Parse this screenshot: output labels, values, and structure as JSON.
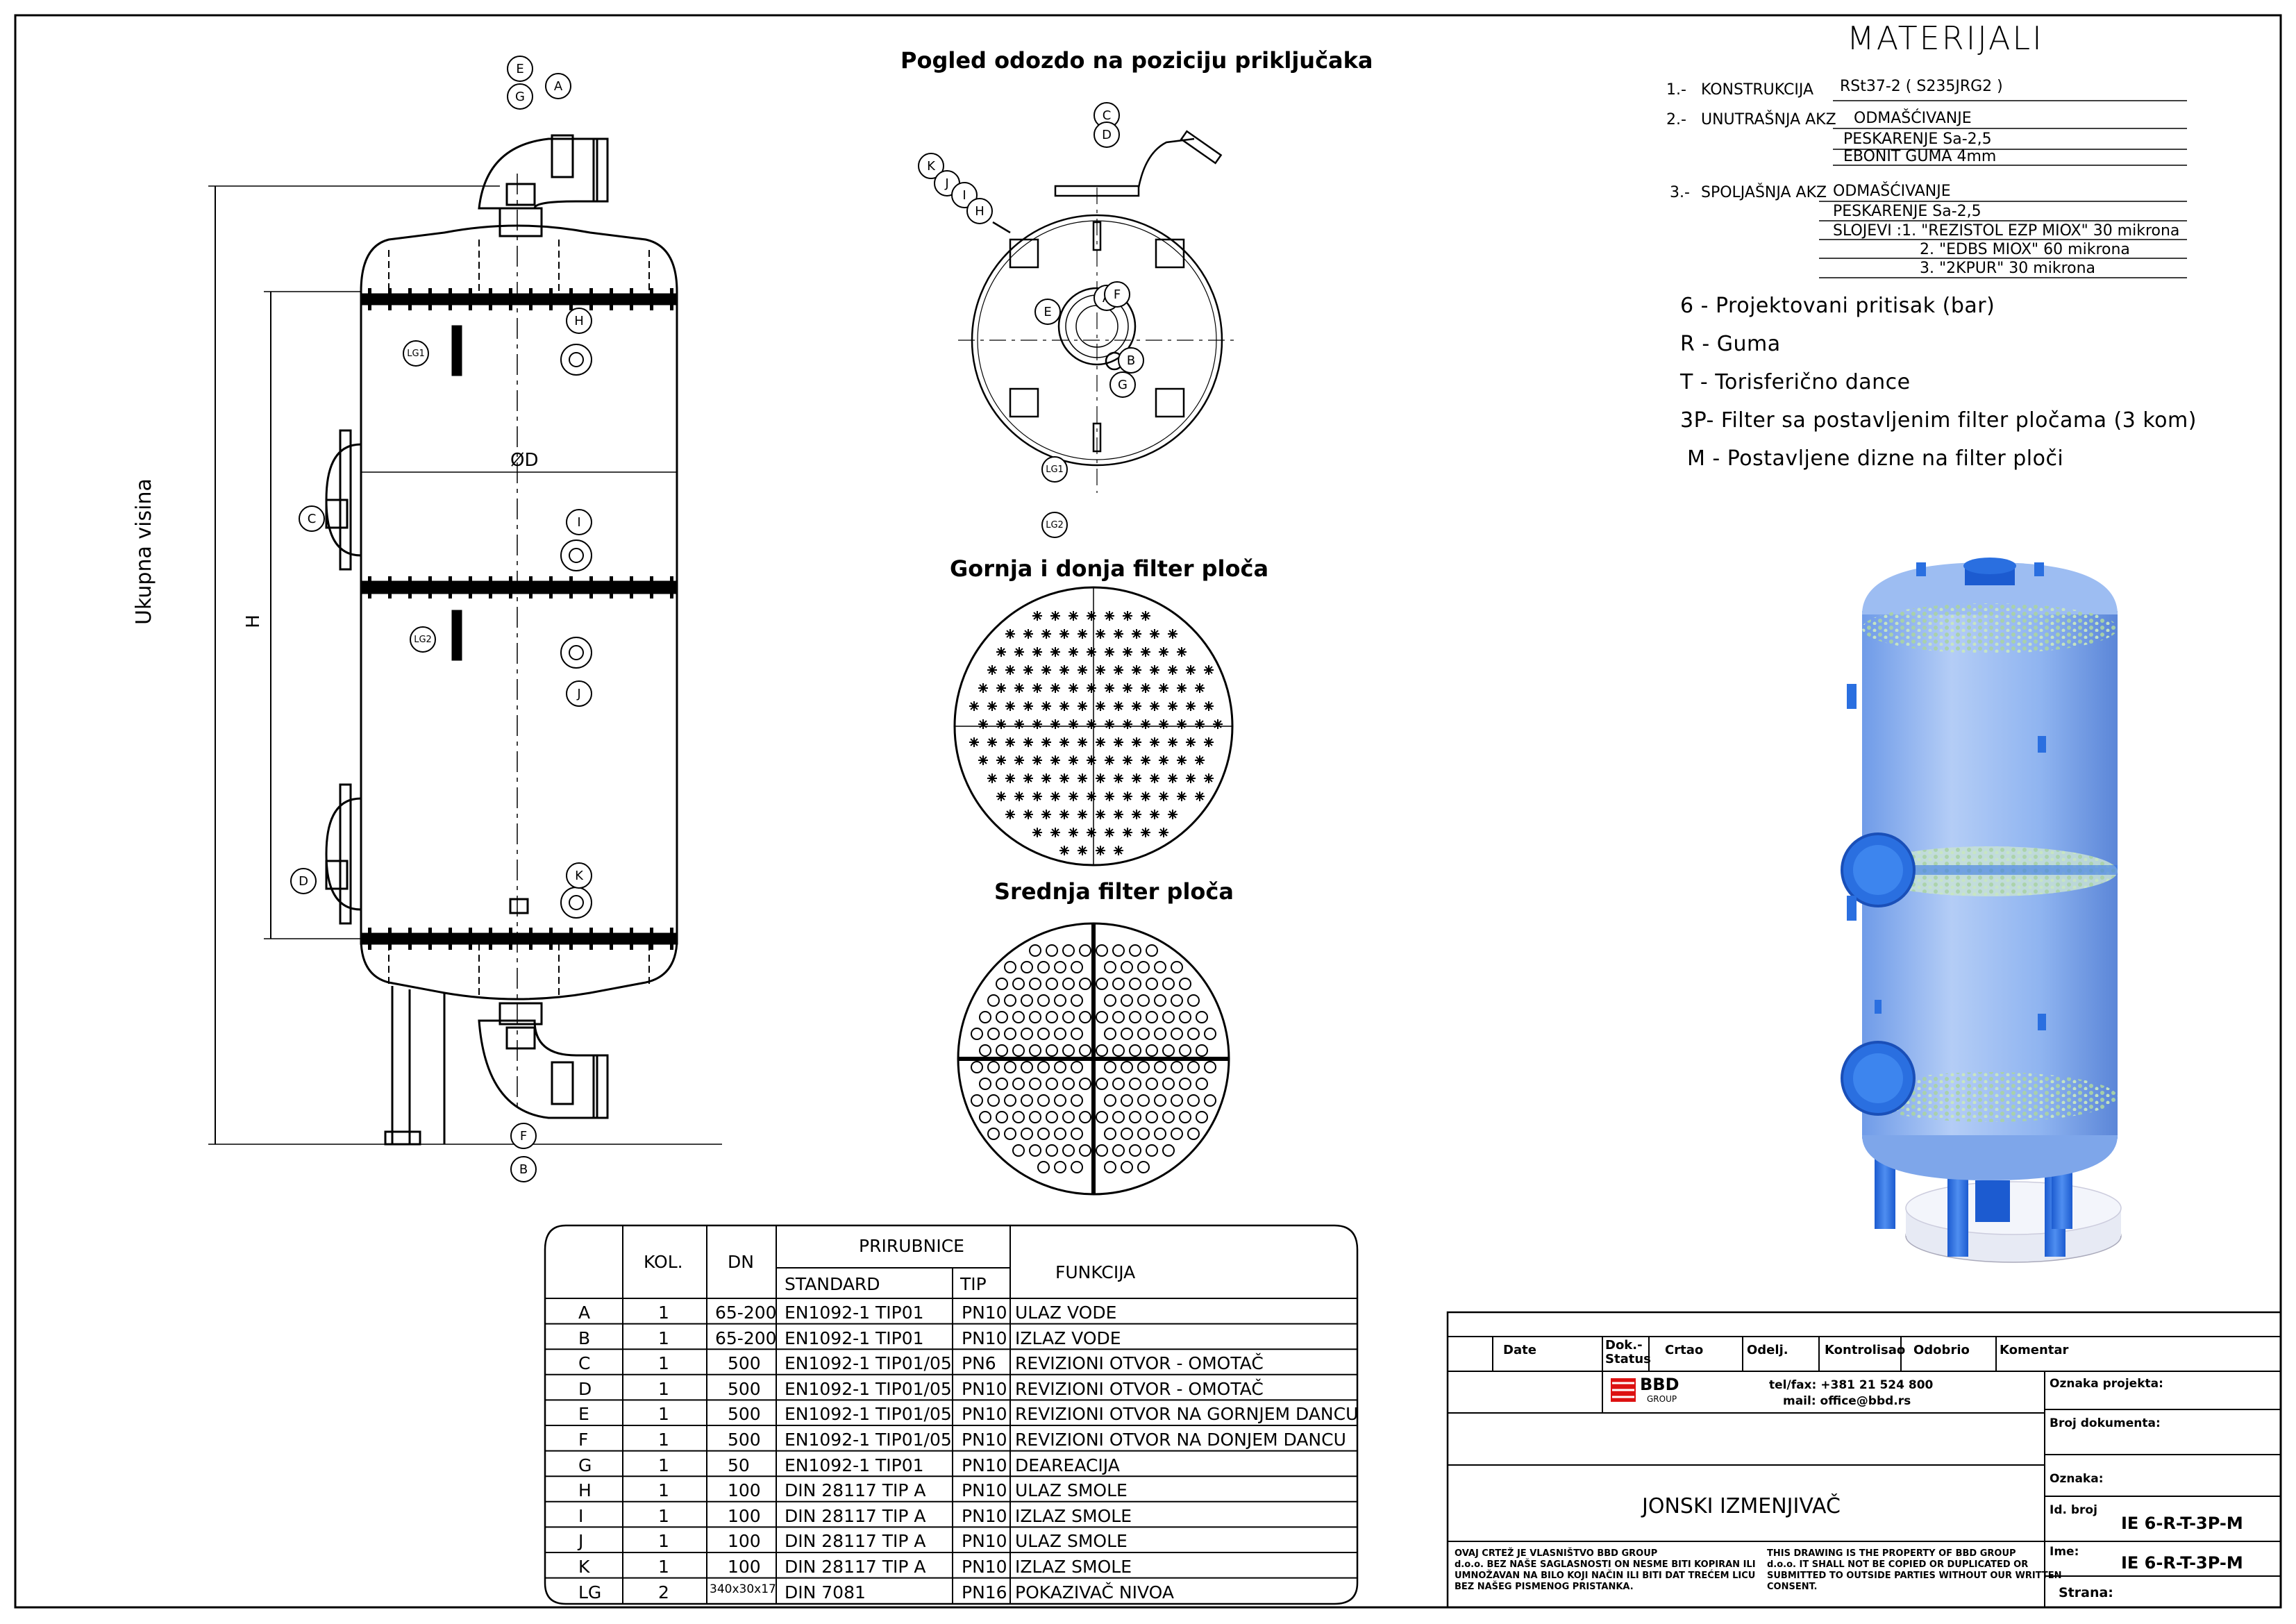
{
  "materials": {
    "title": "MATERIJALI",
    "rows": [
      {
        "num": "1.-",
        "label": "KONSTRUKCIJA",
        "values": [
          "RSt37-2 ( S235JRG2 )"
        ]
      },
      {
        "num": "2.-",
        "label": "UNUTRAŠNJA AKZ",
        "values": [
          "ODMAŠĆIVANJE",
          "PESKARENJE  Sa-2,5",
          "EBONIT GUMA 4mm"
        ]
      },
      {
        "num": "3.-",
        "label": "SPOLJAŠNJA AKZ",
        "values": [
          "ODMAŠĆIVANJE",
          "PESKARENJE  Sa-2,5",
          "SLOJEVI  :1. \"REZISTOL EZP MIOX\"  30 mikrona",
          "2. \"EDBS MIOX\"  60 mikrona",
          "3. \"2KPUR\"  30 mikrona"
        ]
      }
    ]
  },
  "legend": [
    "6 - Projektovani pritisak (bar)",
    "R - Guma",
    "T - Torisferično dance",
    "3P- Filter sa postavljenim filter pločama (3 kom)",
    "M - Postavljene dizne na filter ploči"
  ],
  "views": {
    "bottom_view": "Pogled odozdo na poziciju priključaka",
    "upper_lower_plate": "Gornja i donja filter ploča",
    "middle_plate": "Srednja filter ploča"
  },
  "drawing": {
    "total_height_label": "Ukupna visina",
    "diameter_label": "ØD",
    "h_label": "H",
    "side_tags": [
      "E",
      "G",
      "A",
      "H",
      "LG1",
      "C",
      "I",
      "LG2",
      "J",
      "D",
      "K",
      "F",
      "B"
    ],
    "bottom_tags": [
      "C",
      "D",
      "A",
      "K",
      "J",
      "I",
      "H",
      "E",
      "G",
      "B",
      "F",
      "LG1",
      "LG2"
    ]
  },
  "nozzle_table": {
    "headers": {
      "kol": "KOL.",
      "dn": "DN",
      "prirubnice": "PRIRUBNICE",
      "standard": "STANDARD",
      "tip": "TIP",
      "funkcija": "FUNKCIJA"
    },
    "rows": [
      {
        "id": "A",
        "kol": "1",
        "dn": "65-200",
        "standard": "EN1092-1 TIP01",
        "tip": "PN10",
        "funkcija": "ULAZ VODE"
      },
      {
        "id": "B",
        "kol": "1",
        "dn": "65-200",
        "standard": "EN1092-1 TIP01",
        "tip": "PN10",
        "funkcija": "IZLAZ VODE"
      },
      {
        "id": "C",
        "kol": "1",
        "dn": "500",
        "standard": "EN1092-1 TIP01/05",
        "tip": "PN6",
        "funkcija": "REVIZIONI OTVOR - OMOTAČ"
      },
      {
        "id": "D",
        "kol": "1",
        "dn": "500",
        "standard": "EN1092-1 TIP01/05",
        "tip": "PN10",
        "funkcija": "REVIZIONI OTVOR - OMOTAČ"
      },
      {
        "id": "E",
        "kol": "1",
        "dn": "500",
        "standard": "EN1092-1 TIP01/05",
        "tip": "PN10",
        "funkcija": "REVIZIONI OTVOR  NA GORNJEM DANCU"
      },
      {
        "id": "F",
        "kol": "1",
        "dn": "500",
        "standard": "EN1092-1 TIP01/05",
        "tip": "PN10",
        "funkcija": "REVIZIONI OTVOR  NA DONJEM DANCU"
      },
      {
        "id": "G",
        "kol": "1",
        "dn": "50",
        "standard": "EN1092-1 TIP01",
        "tip": "PN10",
        "funkcija": "DEAREACIJA"
      },
      {
        "id": "H",
        "kol": "1",
        "dn": "100",
        "standard": "DIN 28117 TIP A",
        "tip": "PN10",
        "funkcija": "ULAZ SMOLE"
      },
      {
        "id": "I",
        "kol": "1",
        "dn": "100",
        "standard": "DIN 28117 TIP A",
        "tip": "PN10",
        "funkcija": "IZLAZ SMOLE"
      },
      {
        "id": "J",
        "kol": "1",
        "dn": "100",
        "standard": "DIN 28117 TIP A",
        "tip": "PN10",
        "funkcija": "ULAZ SMOLE"
      },
      {
        "id": "K",
        "kol": "1",
        "dn": "100",
        "standard": "DIN 28117 TIP A",
        "tip": "PN10",
        "funkcija": "IZLAZ SMOLE"
      },
      {
        "id": "LG",
        "kol": "2",
        "dn": "340x30x17",
        "standard": "DIN 7081",
        "tip": "PN16",
        "funkcija": "POKAZIVAČ NIVOA"
      }
    ]
  },
  "title_block": {
    "cols": [
      "Date",
      "Dok.-Status",
      "Crtao",
      "Odelj.",
      "Kontrolisao",
      "Odobrio",
      "Komentar"
    ],
    "company": "BBD",
    "company_sub": "GROUP",
    "tel": "tel/fax: +381 21 524 800",
    "mail": "mail: office@bbd.rs",
    "oznaka_projekta": "Oznaka projekta:",
    "broj_dokumenta": "Broj dokumenta:",
    "oznaka": "Oznaka:",
    "title": "JONSKI IZMENJIVAČ",
    "id_broj_label": "Id. broj",
    "id_broj": "IE 6-R-T-3P-M",
    "ime_label": "Ime:",
    "ime": "IE 6-R-T-3P-M",
    "strana": "Strana:",
    "notice_sr": [
      "OVAJ CRTEŽ JE VLASNIŠTVO BBD GROUP",
      "d.o.o. BEZ NAŠE SAGLASNOSTI ON NESME BITI KOPIRAN ILI",
      "UMNOŽAVAN NA BILO KOJI NAČIN ILI BITI DAT TREĆEM LICU",
      "BEZ NAŠEG PISMENOG PRISTANKA."
    ],
    "notice_en": [
      "THIS DRAWING IS THE PROPERTY OF BBD GROUP",
      "d.o.o. IT SHALL NOT BE COPIED OR DUPLICATED OR",
      "SUBMITTED TO OUTSIDE PARTIES WITHOUT OUR WRITTEN",
      "CONSENT."
    ]
  },
  "colors": {
    "vessel_fill": "#8fb4f0",
    "vessel_dark": "#2a6fe0",
    "plate": "#cfe3d6",
    "line": "#000000"
  }
}
